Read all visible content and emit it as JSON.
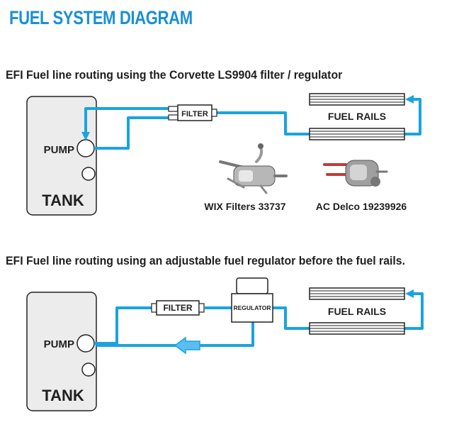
{
  "title": "FUEL SYSTEM DIAGRAM",
  "diagram1": {
    "caption": "EFI Fuel line routing using the Corvette LS9904 filter / regulator",
    "tank_label": "TANK",
    "pump_label": "PUMP",
    "filter_label": "FILTER",
    "rails_label": "FUEL RAILS",
    "product1_label": "WIX Filters 33737",
    "product2_label": "AC Delco 19239926"
  },
  "diagram2": {
    "caption": "EFI Fuel line routing using an adjustable fuel regulator before the fuel rails.",
    "tank_label": "TANK",
    "pump_label": "PUMP",
    "filter_label": "FILTER",
    "regulator_label": "REGULATOR",
    "rails_label": "FUEL RAILS"
  },
  "colors": {
    "title": "#1a8fd6",
    "fuel_line": "#1aa3e0",
    "tank_fill": "#ececec",
    "return_arrow": "#5cbdf0"
  }
}
